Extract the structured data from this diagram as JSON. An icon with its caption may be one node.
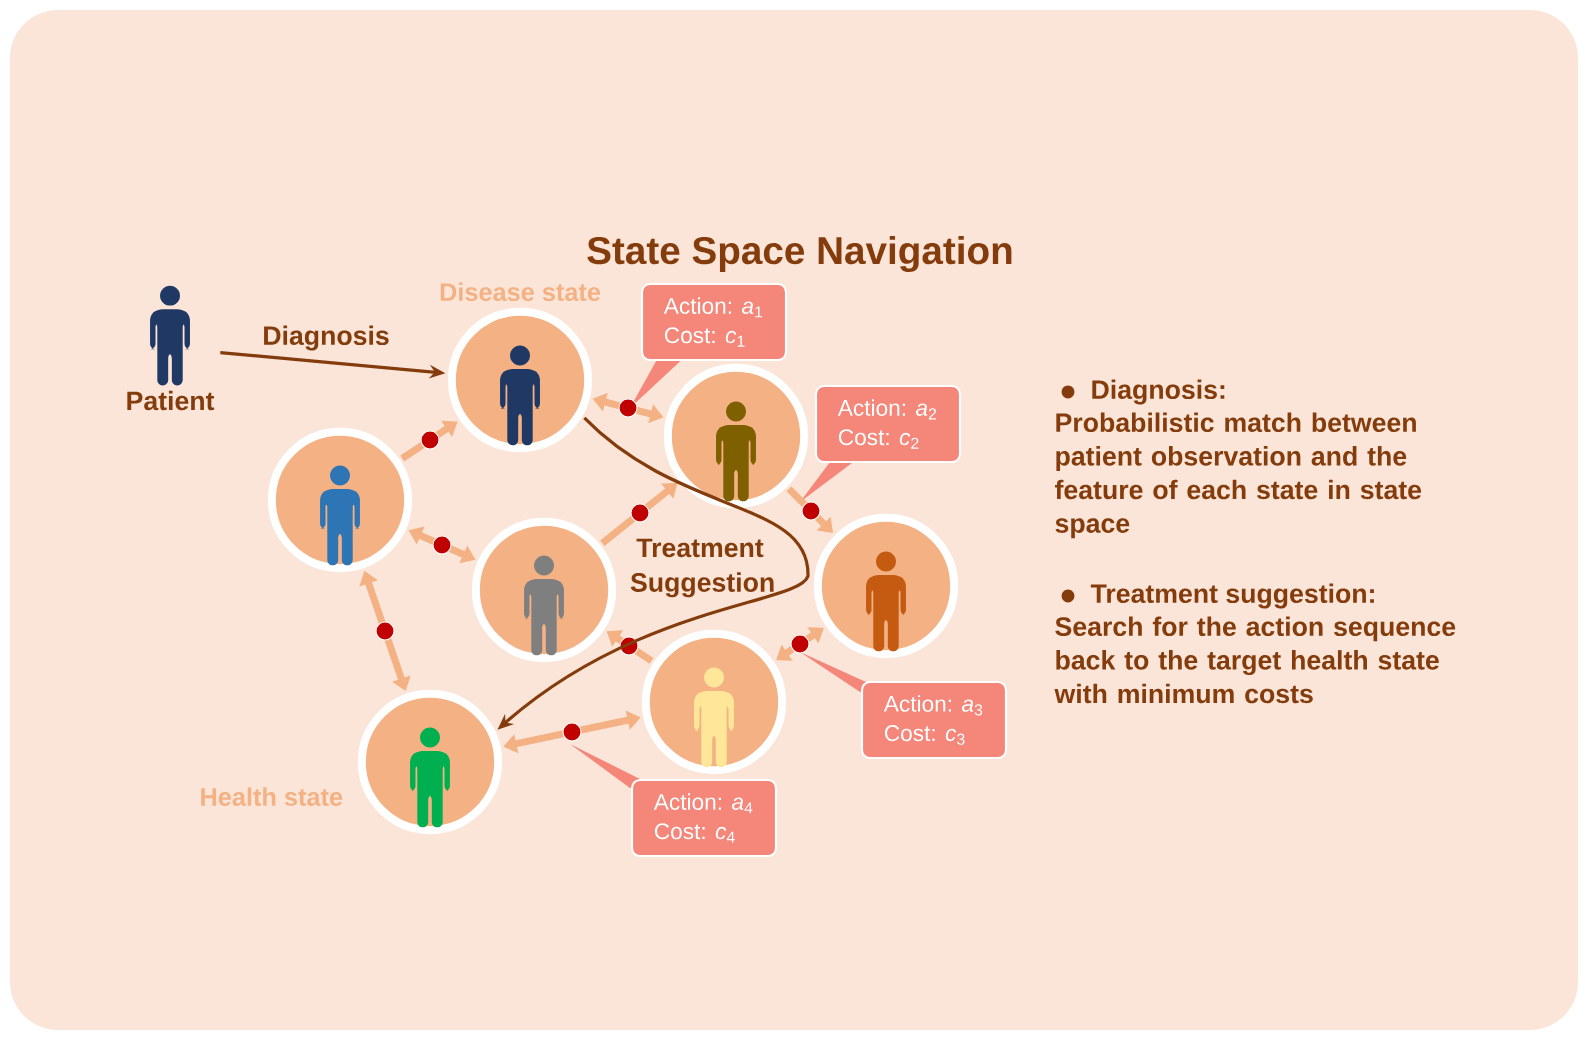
{
  "diagram": {
    "title": "State Space Navigation",
    "nodes": [
      {
        "text": [
          "Patient"
        ]
      },
      {
        "text": [
          "Disease state"
        ]
      },
      {
        "text": [],
        "shape": "circle"
      },
      {
        "text": [],
        "shape": "circle"
      },
      {
        "text": [],
        "shape": "circle"
      },
      {
        "text": [],
        "shape": "circle"
      },
      {
        "text": [],
        "shape": "circle"
      },
      {
        "text": [
          "Health state"
        ]
      },
      {
        "text": [
          "Action: *a*$_{1}$",
          "Cost: *c*$_{1}$"
        ]
      },
      {
        "text": [
          "Action: *a*$_{2}$",
          "Cost: *c*$_{2}$"
        ]
      },
      {
        "text": [
          "Action: *a*$_{3}$",
          "Cost: *c*$_{3}$"
        ]
      },
      {
        "text": [
          "Action: *a*$_{4}$",
          "Cost: *c*$_{4}$"
        ]
      }
    ],
    "edges": [
      {
        "from": 0,
        "to": 1,
        "arrow": "to",
        "label": "Diagnosis",
        "color": "#843c0c"
      },
      {
        "from": 2,
        "to": 1,
        "arrow": "to"
      },
      {
        "from": 1,
        "to": 3,
        "arrow": "both"
      },
      {
        "from": 3,
        "to": 5,
        "arrow": "to"
      },
      {
        "from": 4,
        "to": 3,
        "arrow": "to"
      },
      {
        "from": 4,
        "to": 2,
        "arrow": "both"
      },
      {
        "from": 2,
        "to": 7,
        "arrow": "both"
      },
      {
        "from": 6,
        "to": 4,
        "arrow": "to"
      },
      {
        "from": 6,
        "to": 5,
        "arrow": "both"
      },
      {
        "from": 7,
        "to": 6,
        "arrow": "both"
      },
      {
        "from": 1,
        "to": 7,
        "arrow": "to",
        "label": "Treatment Suggestion",
        "color": "#843c0c"
      }
    ],
    "labels": [
      "Diagnosis:",
      "Probabilistic match between patient observation and the feature of each state in state space",
      "Treatment suggestion:",
      "Search for the action sequence back to the target health state with minimum costs"
    ]
  }
}
